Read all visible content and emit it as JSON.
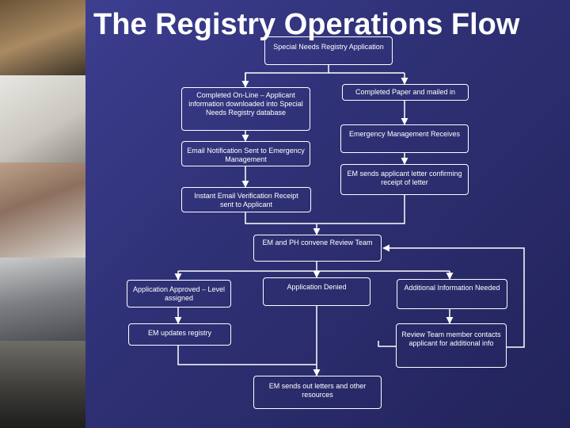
{
  "slide": {
    "title": "The Registry Operations Flow"
  },
  "nodes": {
    "application": "Special Needs Registry Application",
    "online": "Completed On-Line – Applicant information downloaded into Special Needs Registry database",
    "paper": "Completed Paper and mailed in",
    "email_notification": "Email Notification Sent to Emergency Management",
    "em_receives": "Emergency Management Receives",
    "em_letter": "EM sends applicant letter confirming receipt of letter",
    "email_verification": "Instant Email Verification Receipt sent to Applicant",
    "review_team": "EM and PH convene Review Team",
    "approved": "Application Approved – Level assigned",
    "denied": "Application Denied",
    "additional_info": "Additional Information Needed",
    "updates_registry": "EM updates registry",
    "review_member": "Review Team member contacts applicant for additional info",
    "letters": "EM sends out letters and other resources"
  },
  "colors": {
    "background": "#2f3176",
    "box_border": "#ffffff",
    "arrow": "#ffffff",
    "text": "#ffffff"
  }
}
